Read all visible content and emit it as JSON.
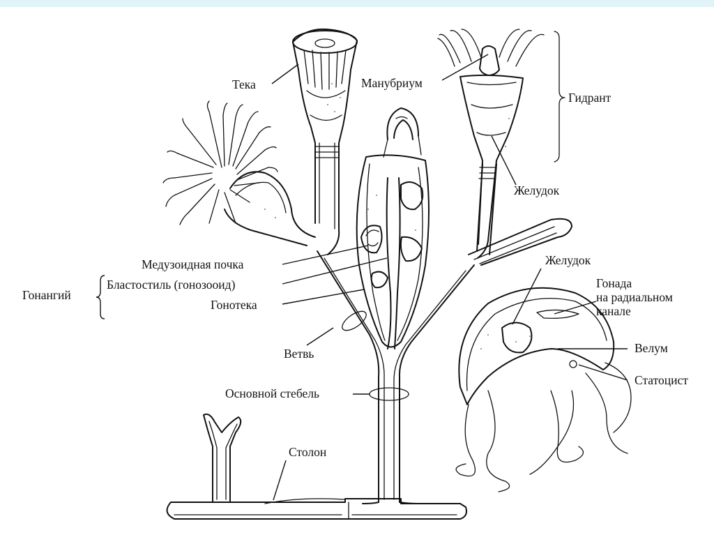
{
  "diagram": {
    "labels": {
      "teka": "Тека",
      "manubrium": "Манубриум",
      "gidrant": "Гидрант",
      "zheludok_hydrant": "Желудок",
      "medusoid_bud": "Медузоидная почка",
      "gonangiy": "Гонангий",
      "blastostyle": "Бластостиль (гонозооид)",
      "gonoteka": "Гонотека",
      "vetv": "Ветвь",
      "zheludok_medusa": "Желудок",
      "gonada_line1": "Гонада",
      "gonada_line2": "на радиальном",
      "gonada_line3": "канале",
      "velum": "Велум",
      "statocyst": "Статоцист",
      "main_stem": "Основной стебель",
      "stolon": "Столон"
    },
    "colors": {
      "ink": "#111111",
      "background": "#ffffff",
      "top_bar": "#dff3f9"
    }
  }
}
